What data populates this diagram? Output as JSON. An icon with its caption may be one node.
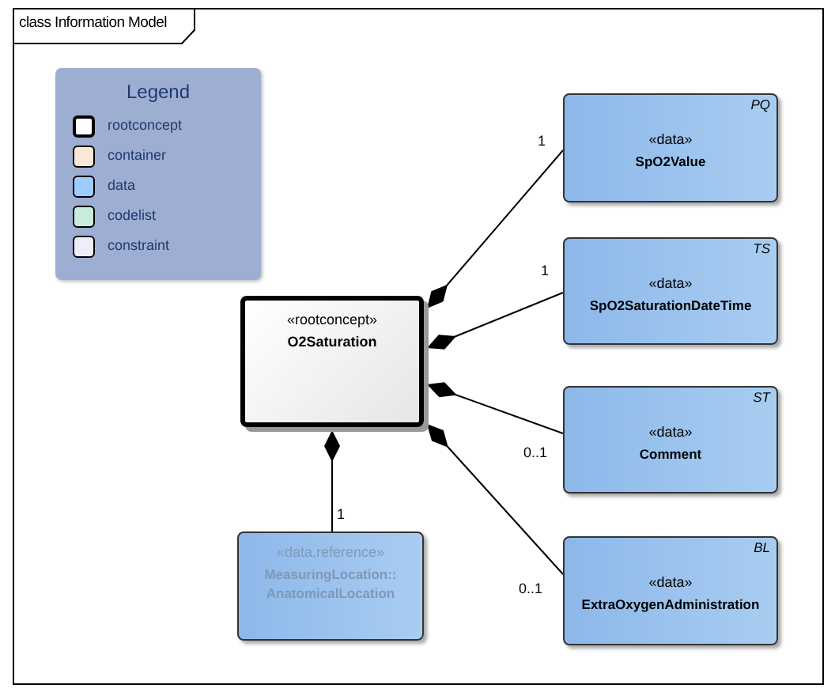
{
  "diagram": {
    "title": "class Information Model",
    "nodes": [
      {
        "text": [
          "«rootconcept»",
          "O2Saturation"
        ]
      },
      {
        "text": [
          "PQ",
          "«data»",
          "SpO2Value"
        ]
      },
      {
        "text": [
          "TS",
          "«data»",
          "SpO2SaturationDateTime"
        ]
      },
      {
        "text": [
          "ST",
          "«data»",
          "Comment"
        ]
      },
      {
        "text": [
          "BL",
          "«data»",
          "ExtraOxygenAdministration"
        ]
      },
      {
        "text": [
          "«data,reference»",
          "MeasuringLocation:: AnatomicalLocation"
        ]
      }
    ],
    "edges": [
      {
        "from": 0,
        "to": 1,
        "arrow": "other",
        "label": "1"
      },
      {
        "from": 0,
        "to": 2,
        "arrow": "other",
        "label": "1"
      },
      {
        "from": 0,
        "to": 3,
        "arrow": "other",
        "label": "0..1"
      },
      {
        "from": 0,
        "to": 4,
        "arrow": "other",
        "label": "0..1"
      },
      {
        "from": 0,
        "to": 5,
        "arrow": "other",
        "label": "1"
      }
    ],
    "labels": [
      "Legend"
    ],
    "legend": [
      {
        "text": "rootconcept",
        "color": "#ffffff"
      },
      {
        "text": "container",
        "color": "#fbe7d8"
      },
      {
        "text": "data",
        "color": "#9ccdfc"
      },
      {
        "text": "codelist",
        "color": "#c9ecdd"
      },
      {
        "text": "constraint",
        "color": "#eeeefb"
      }
    ]
  }
}
